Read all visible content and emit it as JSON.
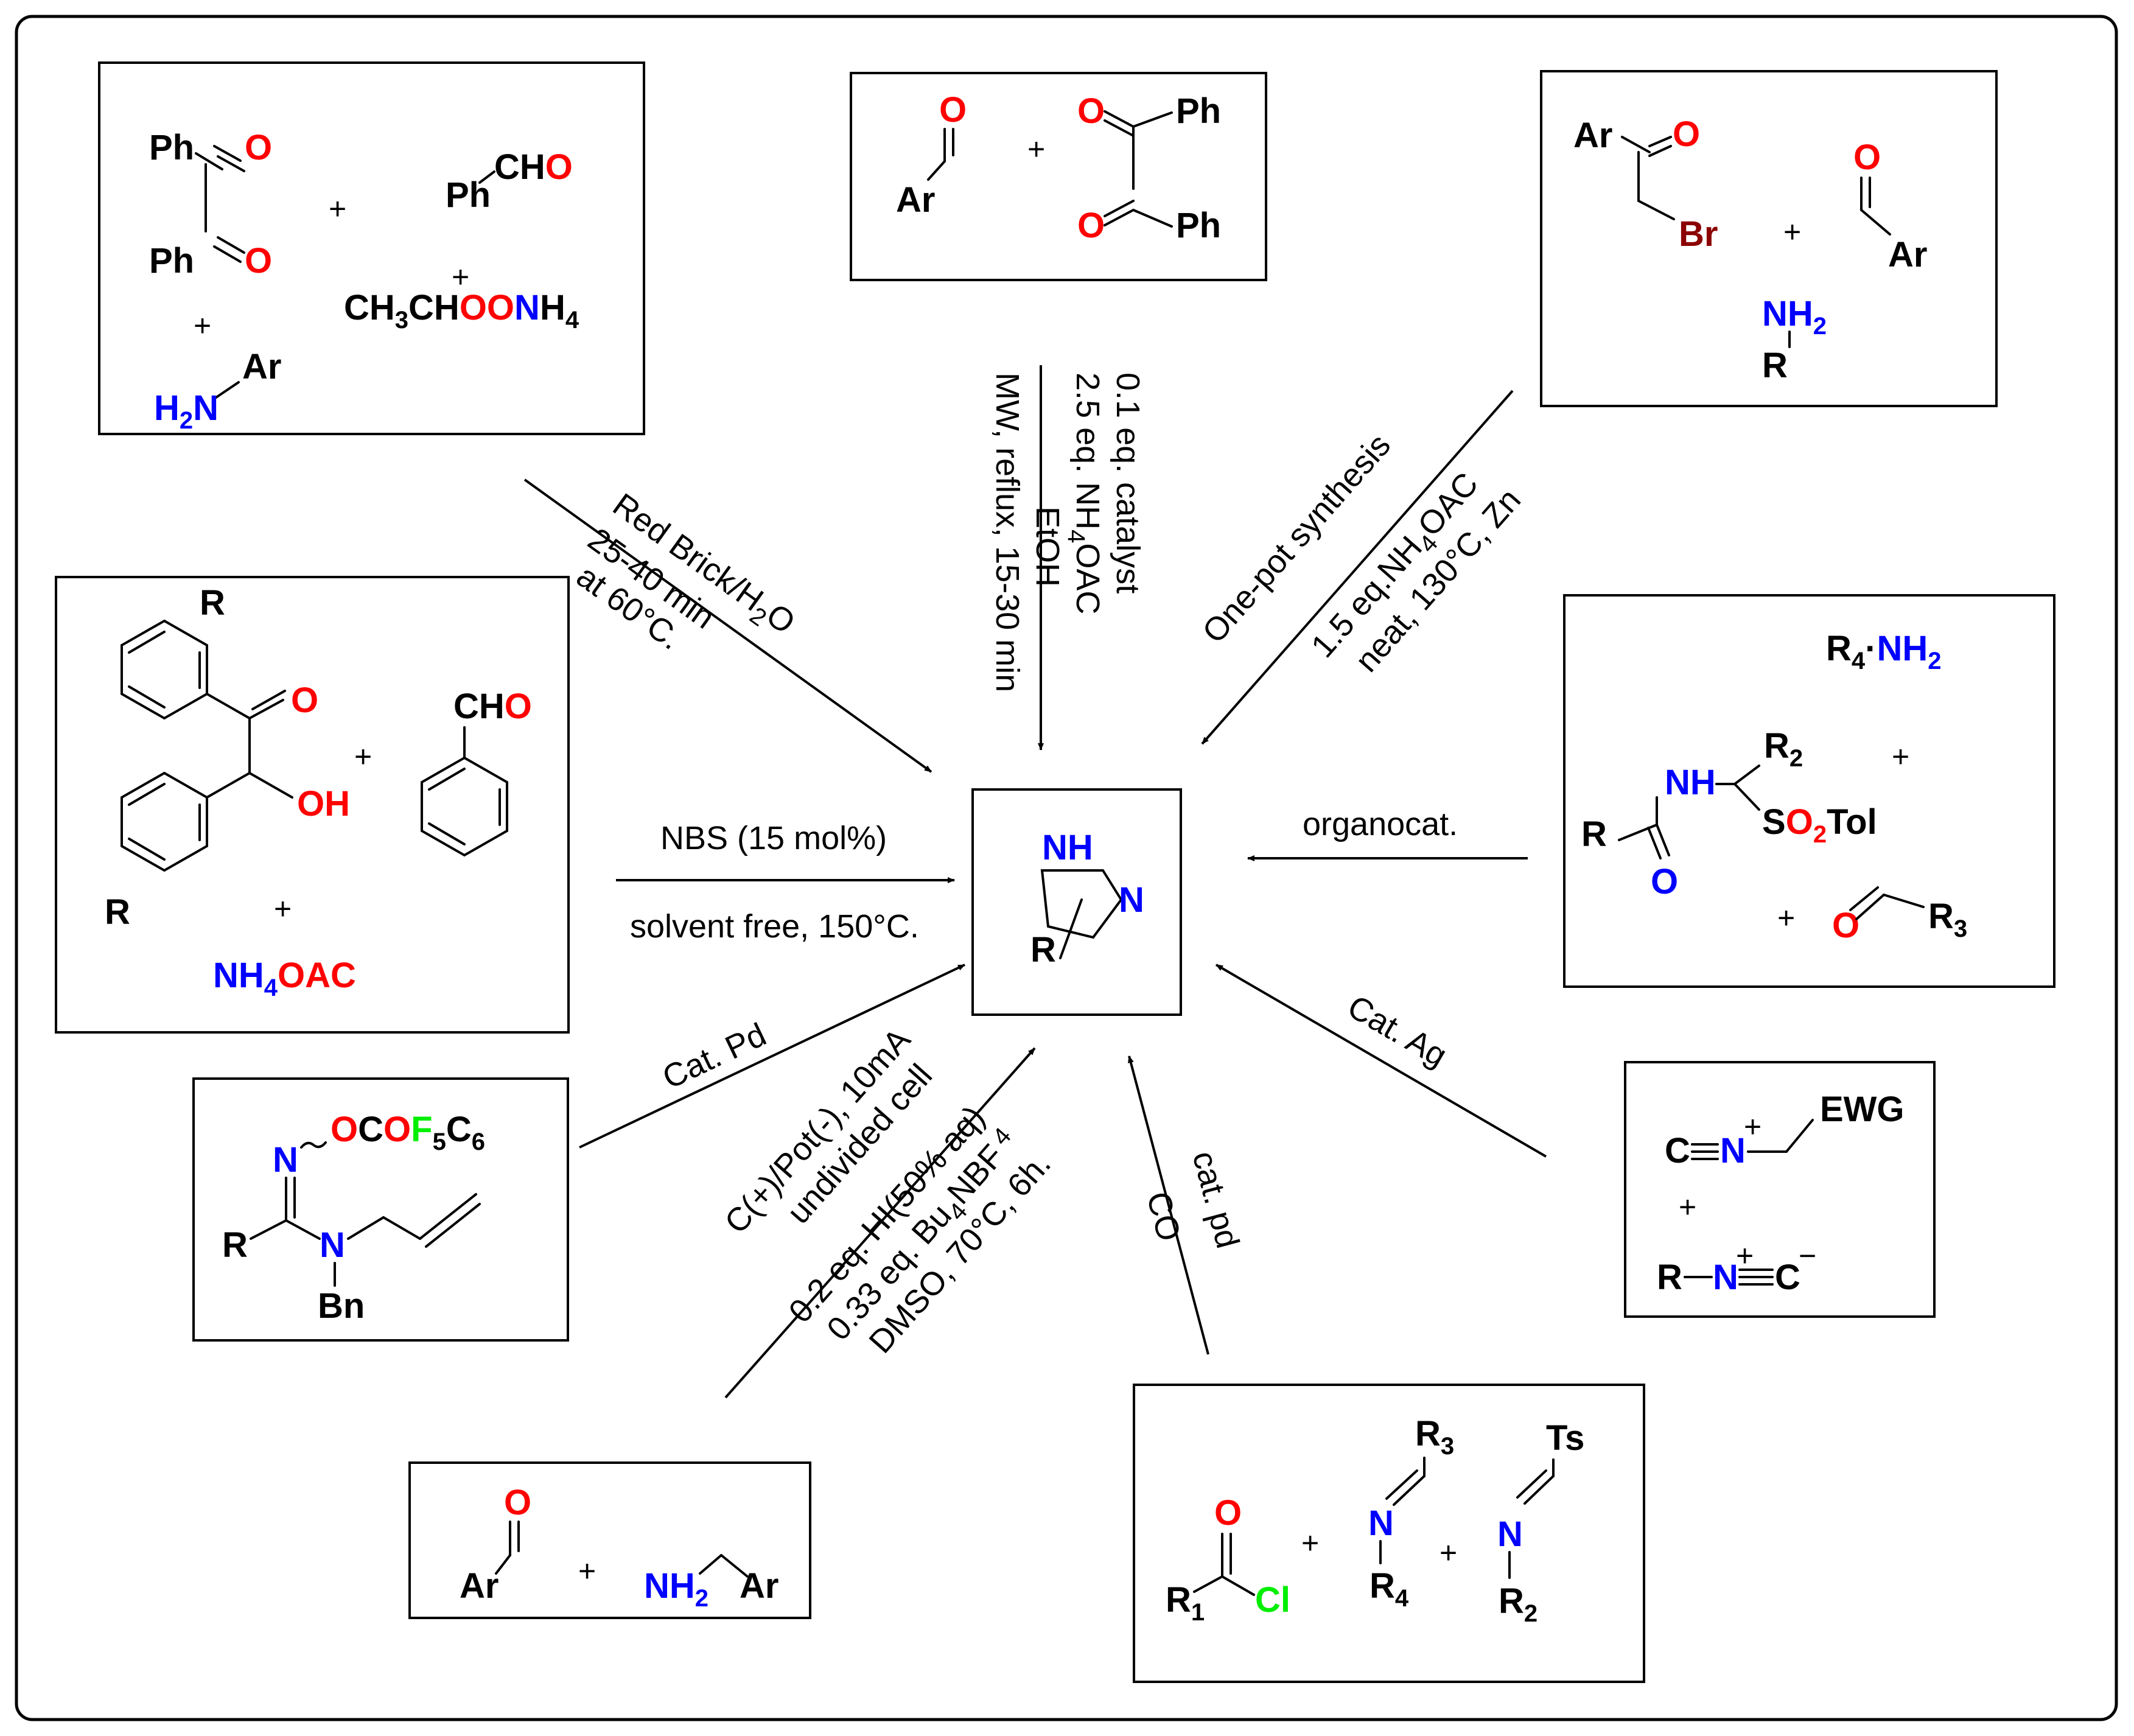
{
  "colors": {
    "oxygen": "#ff0000",
    "nitrogen": "#0000ff",
    "fluorine_chlorine": "#00ee00",
    "bromine": "#8b0000",
    "ink": "#000000"
  },
  "product": {
    "nh": "NH",
    "n": "N",
    "r": "R"
  },
  "boxes": {
    "box1": {
      "ph_a": "Ph",
      "o_a": "O",
      "ph_b": "Ph",
      "o_b": "O",
      "ph_c": "Ph",
      "cho_c": "CH",
      "cho_o": "O",
      "reagent_a": "CH",
      "reagent_sub3": "3",
      "reagent_b": "CH",
      "reagent_o": "OO",
      "reagent_n": "N",
      "reagent_h": "H",
      "reagent_sub4": "4",
      "ar": "Ar",
      "h2n_h": "H",
      "h2n_sub": "2",
      "h2n_n": "N",
      "plus": "+"
    },
    "box2": {
      "o1": "O",
      "ar": "Ar",
      "o2": "O",
      "ph1": "Ph",
      "o3": "O",
      "ph2": "Ph",
      "plus": "+"
    },
    "box3": {
      "ar1": "Ar",
      "o1": "O",
      "br": "Br",
      "o2": "O",
      "ar2": "Ar",
      "nh": "NH",
      "nh_sub": "2",
      "r": "R",
      "plus": "+"
    },
    "box4": {
      "r1": "R",
      "o": "O",
      "oh": "OH",
      "r2": "R",
      "cho_c": "CH",
      "cho_o": "O",
      "nh4_n": "NH",
      "nh4_sub": "4",
      "nh4_oac": "OAC",
      "plus": "+"
    },
    "box5": {
      "r4": "R",
      "r4_sub": "4",
      "nh2": "NH",
      "nh2_sub": "2",
      "r2": "R",
      "r2_sub": "2",
      "nh": "NH",
      "so2_s": "S",
      "so2_o": "O",
      "so2_sub": "2",
      "tol": "Tol",
      "r": "R",
      "o1": "O",
      "o2": "O",
      "r3": "R",
      "r3_sub": "3",
      "plus": "+"
    },
    "box6": {
      "n": "N",
      "ocof_o1": "O",
      "ocof_c1": "C",
      "ocof_o2": "O",
      "ocof_f": "F",
      "ocof_sub5": "5",
      "ocof_c2": "C",
      "ocof_sub6": "6",
      "r": "R",
      "n2": "N",
      "bn": "Bn"
    },
    "box7": {
      "c": "C",
      "n": "N",
      "ewg": "EWG",
      "r": "R",
      "n2": "N",
      "c2": "C",
      "plus": "+"
    },
    "box8": {
      "o": "O",
      "ar1": "Ar",
      "nh2": "NH",
      "nh2_sub": "2",
      "ar2": "Ar",
      "plus": "+"
    },
    "box9": {
      "o": "O",
      "r1": "R",
      "r1_sub": "1",
      "cl": "Cl",
      "r3": "R",
      "r3_sub": "3",
      "n1": "N",
      "r4": "R",
      "r4_sub": "4",
      "ts": "Ts",
      "n2": "N",
      "r2": "R",
      "r2_sub": "2",
      "plus": "+"
    }
  },
  "conditions": {
    "top": {
      "line1": "0.1 eq. catalyst",
      "line2a": "2.5 eq. NH",
      "line2sub": "4",
      "line2b": "OAC",
      "line3": "EtOH",
      "line4": "MW, reflux, 15-30 min"
    },
    "top_left": {
      "line1a": "Red Brick/H",
      "line1sub": "2",
      "line1b": "O",
      "line2": "25-40 min",
      "line3": "at 60°C."
    },
    "top_right": {
      "line1": "One-pot synthesis",
      "line2a": "1.5 eq.NH",
      "line2sub": "4",
      "line2b": "OAC",
      "line3": "neat, 130°C, Zn"
    },
    "left": {
      "above": "NBS (15 mol%)",
      "below": "solvent free, 150°C."
    },
    "right": {
      "above": "organocat."
    },
    "lower_left": {
      "above": "Cat. Pd"
    },
    "lower_right": {
      "above": "Cat. Ag"
    },
    "bottom_left": {
      "line1": "C(+)/Pot(-), 10mA",
      "line2": "undivided cell",
      "line3": "0.2 eq. HI(50% aq)",
      "line4a": "0.33 eq. Bu",
      "line4sub": "4",
      "line4b": "NBF",
      "line4sub2": "4",
      "line5": "DMSO, 70°C, 6h."
    },
    "bottom_right": {
      "line1": "cat. pd",
      "line2": "CO"
    }
  }
}
